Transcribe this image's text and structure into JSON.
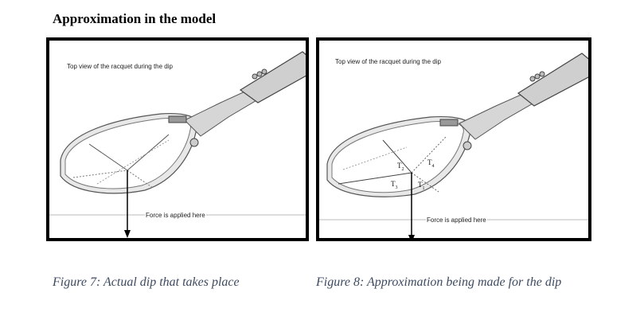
{
  "heading": "Approximation in the model",
  "figures": [
    {
      "note": "Top view of the racquet during the dip",
      "force_label": "Force is applied here",
      "caption": "Figure 7: Actual dip that takes place"
    },
    {
      "note": "Top view of the racquet during the dip",
      "force_label": "Force is applied here",
      "tension_labels": {
        "t1": "T",
        "t1_sub": "1",
        "t2": "T",
        "t2_sub": "2",
        "t3": "T",
        "t3_sub": "3",
        "t4": "T",
        "t4_sub": "4"
      },
      "caption": "Figure 8: Approximation being made for the dip"
    }
  ]
}
